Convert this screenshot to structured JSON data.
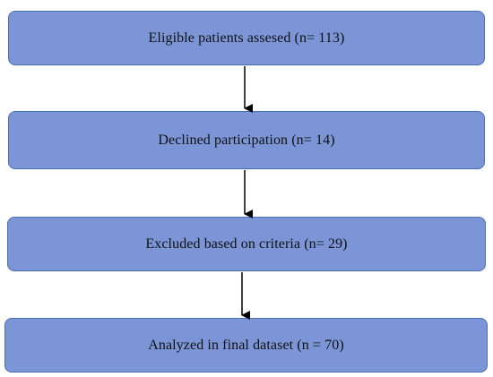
{
  "flowchart": {
    "steps": [
      {
        "label": "Eligible patients assesed (n= 113)"
      },
      {
        "label": "Declined participation (n= 14)"
      },
      {
        "label": "Excluded based on criteria (n= 29)"
      },
      {
        "label": "Analyzed in final dataset (n = 70)"
      }
    ],
    "colors": {
      "box_fill": "#7b95d6",
      "box_border": "#4a6fb8",
      "arrow": "#000000",
      "text": "#111111"
    }
  }
}
